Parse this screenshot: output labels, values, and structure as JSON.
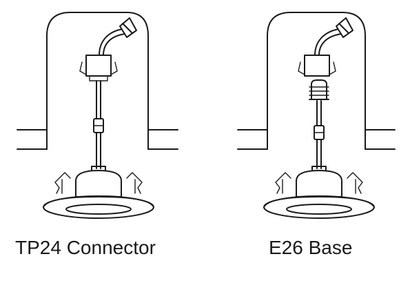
{
  "figures": [
    {
      "caption": "TP24 Connector",
      "connector_type": "tp24"
    },
    {
      "caption": "E26 Base",
      "connector_type": "e26"
    }
  ],
  "colors": {
    "stroke": "#1a1a1a",
    "background": "#ffffff"
  }
}
